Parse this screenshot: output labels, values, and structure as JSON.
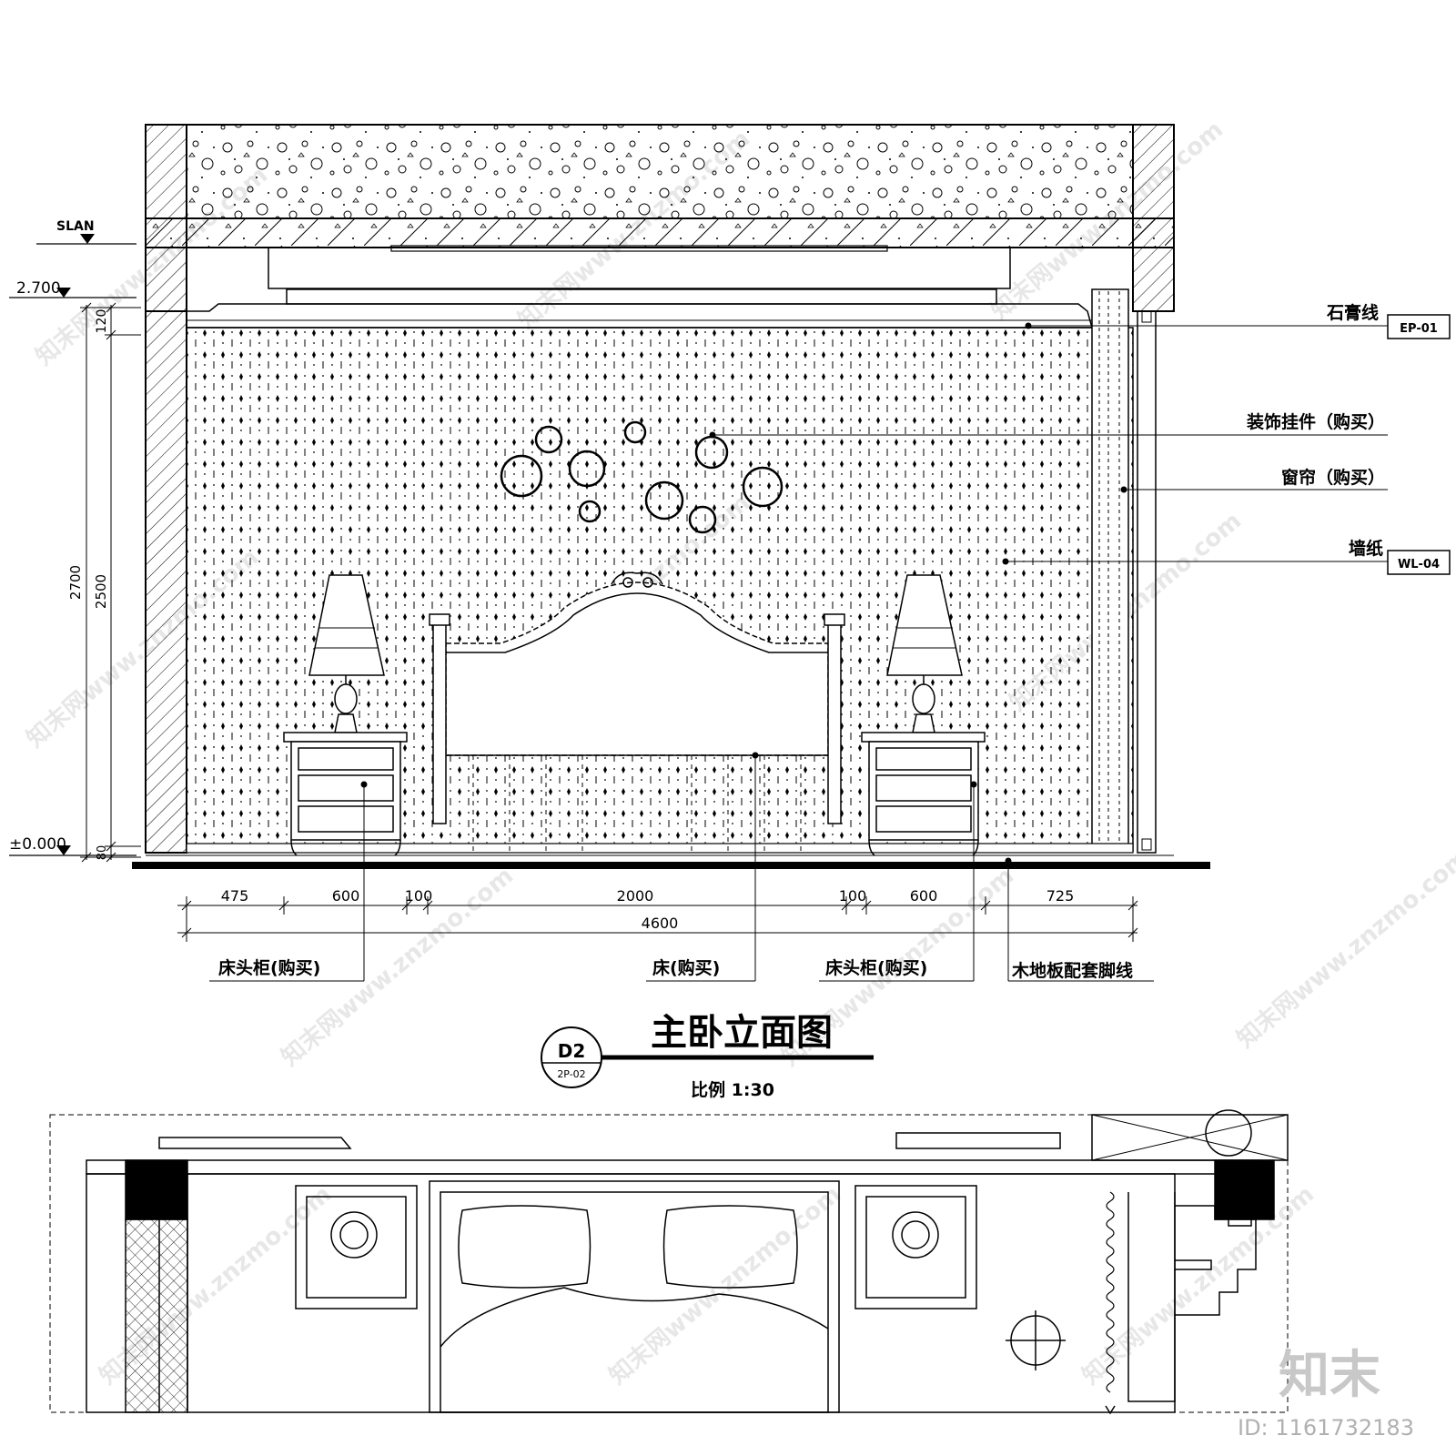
{
  "title": "主卧立面图",
  "scale": "比例 1:30",
  "drawing_tag": {
    "code": "D2",
    "sheet": "2P-02"
  },
  "levels": {
    "slan": "SLAN",
    "top": "2.700",
    "zero": "±0.000"
  },
  "vertical_dims": {
    "total": "2700",
    "wall": "2500",
    "top_gap": "120",
    "base": "80"
  },
  "horizontal_dims": [
    "475",
    "600",
    "100",
    "2000",
    "100",
    "600",
    "725"
  ],
  "overall_dim": "4600",
  "callouts": {
    "plaster": {
      "label": "石膏线",
      "code": "EP-01"
    },
    "ornament": {
      "label": "装饰挂件（购买）"
    },
    "curtain": {
      "label": "窗帘（购买）"
    },
    "wallpaper": {
      "label": "墙纸",
      "code": "WL-04"
    }
  },
  "bottom_labels": {
    "nightstand_left": "床头柜(购买)",
    "bed": "床(购买)",
    "nightstand_right": "床头柜(购买)",
    "skirting": "木地板配套脚线"
  },
  "watermark": {
    "text": "知末网www.znzmo.com",
    "logo": "知末",
    "id": "ID: 1161732183"
  }
}
